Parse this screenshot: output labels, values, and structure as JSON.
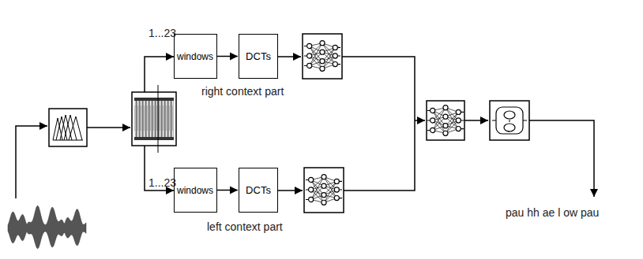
{
  "diagram": {
    "nodes": [
      {
        "text": [
          "windows"
        ]
      },
      {
        "text": [
          "DCTs"
        ]
      },
      {
        "text": [
          "windows"
        ]
      },
      {
        "text": [
          "DCTs"
        ]
      }
    ],
    "edges": [
      {
        "from": 0,
        "to": 1,
        "arrow": "to"
      },
      {
        "from": 2,
        "to": 3,
        "arrow": "to"
      }
    ],
    "labels": [
      "1...23",
      "right context part",
      "1...23",
      "left context part",
      "pau hh ae l ow pau"
    ]
  }
}
